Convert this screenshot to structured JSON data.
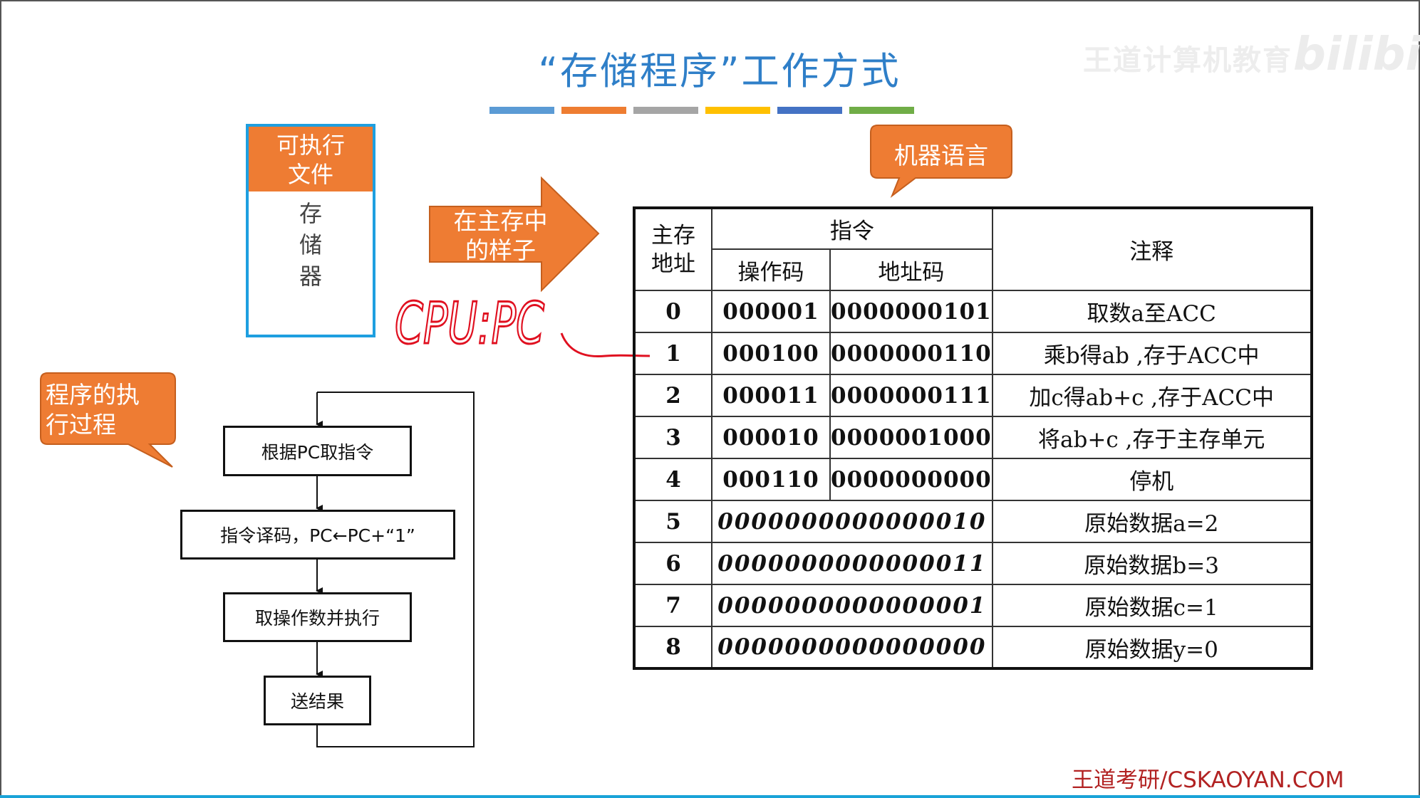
{
  "title": "“存储程序”工作方式",
  "watermark": "王道计算机教育",
  "watermark_brand": "bilibili",
  "color_bars": [
    "#5b9bd5",
    "#ee7d31",
    "#a5a5a5",
    "#ffc000",
    "#4472c4",
    "#70ad47"
  ],
  "memory_box": {
    "header_line1": "可执行",
    "header_line2": "文件",
    "body_line1": "存",
    "body_line2": "储",
    "body_line3": "器"
  },
  "callouts": {
    "machine_language": "机器语言",
    "in_memory_line1": "在主存中",
    "in_memory_line2": "的样子",
    "program_exec_line1": "程序的执",
    "program_exec_line2": "行过程"
  },
  "handwritten_note": "CPU:PC",
  "table": {
    "header_address_line1": "主存",
    "header_address_line2": "地址",
    "header_instruction": "指令",
    "header_opcode": "操作码",
    "header_addrcode": "地址码",
    "header_note": "注释",
    "instruction_rows": [
      {
        "addr": "0",
        "opcode": "000001",
        "address": "0000000101",
        "note": "取数a至ACC"
      },
      {
        "addr": "1",
        "opcode": "000100",
        "address": "0000000110",
        "note": "乘b得ab ,存于ACC中"
      },
      {
        "addr": "2",
        "opcode": "000011",
        "address": "0000000111",
        "note": "加c得ab+c ,存于ACC中"
      },
      {
        "addr": "3",
        "opcode": "000010",
        "address": "0000001000",
        "note": "将ab+c ,存于主存单元"
      },
      {
        "addr": "4",
        "opcode": "000110",
        "address": "0000000000",
        "note": "停机"
      }
    ],
    "data_rows": [
      {
        "addr": "5",
        "value": "0000000000000010",
        "note": "原始数据a=2"
      },
      {
        "addr": "6",
        "value": "0000000000000011",
        "note": "原始数据b=3"
      },
      {
        "addr": "7",
        "value": "0000000000000001",
        "note": "原始数据c=1"
      },
      {
        "addr": "8",
        "value": "0000000000000000",
        "note": "原始数据y=0"
      }
    ]
  },
  "flowchart": {
    "step1": "根据PC取指令",
    "step2": "指令译码，PC←PC+“1”",
    "step3": "取操作数并执行",
    "step4": "送结果"
  },
  "footer": "王道考研/CSKAOYAN.COM"
}
